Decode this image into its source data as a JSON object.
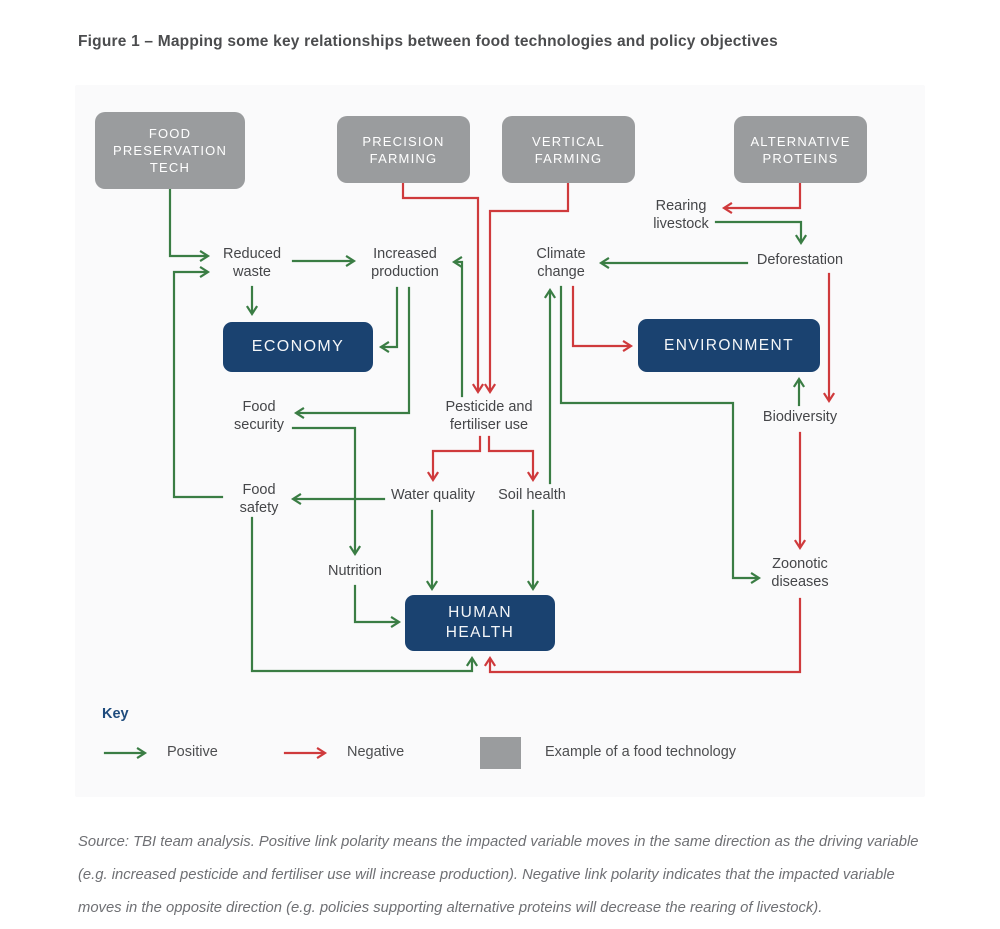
{
  "title": "Figure 1 – Mapping some key relationships between food technologies and policy objectives",
  "colors": {
    "positive_link": "#3a7d44",
    "negative_link": "#cf3a3c",
    "tech_box_fill": "#9a9c9e",
    "objective_box_fill": "#1a4270",
    "key_heading": "#1e4b7d",
    "label_text": "#454649"
  },
  "boxes": {
    "food_preservation_tech": "FOOD\nPRESERVATION\nTECH",
    "precision_farming": "PRECISION\nFARMING",
    "vertical_farming": "VERTICAL\nFARMING",
    "alternative_proteins": "ALTERNATIVE\nPROTEINS",
    "economy": "ECONOMY",
    "environment": "ENVIRONMENT",
    "human_health": "HUMAN\nHEALTH"
  },
  "nodes": {
    "reduced_waste": "Reduced\nwaste",
    "increased_production": "Increased\nproduction",
    "climate_change": "Climate\nchange",
    "rearing_livestock": "Rearing\nlivestock",
    "deforestation": "Deforestation",
    "pesticide_fertiliser_use": "Pesticide and\nfertiliser use",
    "food_security": "Food\nsecurity",
    "biodiversity": "Biodiversity",
    "food_safety": "Food\nsafety",
    "water_quality": "Water quality",
    "soil_health": "Soil health",
    "nutrition": "Nutrition",
    "zoonotic_diseases": "Zoonotic\ndiseases"
  },
  "links": [
    {
      "from": "Food preservation tech",
      "to": "Reduced waste",
      "polarity": "positive"
    },
    {
      "from": "Food safety",
      "to": "Reduced waste",
      "polarity": "positive"
    },
    {
      "from": "Reduced waste",
      "to": "Increased production",
      "polarity": "positive"
    },
    {
      "from": "Reduced waste",
      "to": "Economy",
      "polarity": "positive"
    },
    {
      "from": "Increased production",
      "to": "Economy",
      "polarity": "positive"
    },
    {
      "from": "Increased production",
      "to": "Food security",
      "polarity": "positive"
    },
    {
      "from": "Pesticide and fertiliser use",
      "to": "Increased production",
      "polarity": "positive"
    },
    {
      "from": "Deforestation",
      "to": "Climate change",
      "polarity": "positive"
    },
    {
      "from": "Rearing livestock",
      "to": "Deforestation",
      "polarity": "positive"
    },
    {
      "from": "Biodiversity",
      "to": "Environment",
      "polarity": "positive"
    },
    {
      "from": "Soil health",
      "to": "Climate change",
      "polarity": "positive"
    },
    {
      "from": "Climate change",
      "to": "Zoonotic diseases",
      "polarity": "positive"
    },
    {
      "from": "Water quality",
      "to": "Food safety",
      "polarity": "positive"
    },
    {
      "from": "Water quality",
      "to": "Human health",
      "polarity": "positive"
    },
    {
      "from": "Soil health",
      "to": "Human health",
      "polarity": "positive"
    },
    {
      "from": "Food security",
      "to": "Nutrition",
      "polarity": "positive"
    },
    {
      "from": "Nutrition",
      "to": "Human health",
      "polarity": "positive"
    },
    {
      "from": "Food safety",
      "to": "Human health",
      "polarity": "positive"
    },
    {
      "from": "Precision farming",
      "to": "Pesticide and fertiliser use",
      "polarity": "negative"
    },
    {
      "from": "Vertical farming",
      "to": "Pesticide and fertiliser use",
      "polarity": "negative"
    },
    {
      "from": "Alternative proteins",
      "to": "Rearing livestock",
      "polarity": "negative"
    },
    {
      "from": "Deforestation",
      "to": "Biodiversity",
      "polarity": "negative"
    },
    {
      "from": "Climate change",
      "to": "Environment",
      "polarity": "negative"
    },
    {
      "from": "Biodiversity",
      "to": "Zoonotic diseases",
      "polarity": "negative"
    },
    {
      "from": "Zoonotic diseases",
      "to": "Human health",
      "polarity": "negative"
    },
    {
      "from": "Pesticide and fertiliser use",
      "to": "Water quality",
      "polarity": "negative"
    },
    {
      "from": "Pesticide and fertiliser use",
      "to": "Soil health",
      "polarity": "negative"
    }
  ],
  "key": {
    "heading": "Key",
    "positive_label": "Positive",
    "negative_label": "Negative",
    "tech_label": "Example of a food technology"
  },
  "source": "Source: TBI team analysis. Positive link polarity means the impacted variable moves in the same direction as the driving variable (e.g. increased pesticide and fertiliser use will increase production). Negative link polarity indicates that the impacted variable moves in the opposite direction (e.g. policies supporting alternative proteins will decrease the rearing of livestock)."
}
